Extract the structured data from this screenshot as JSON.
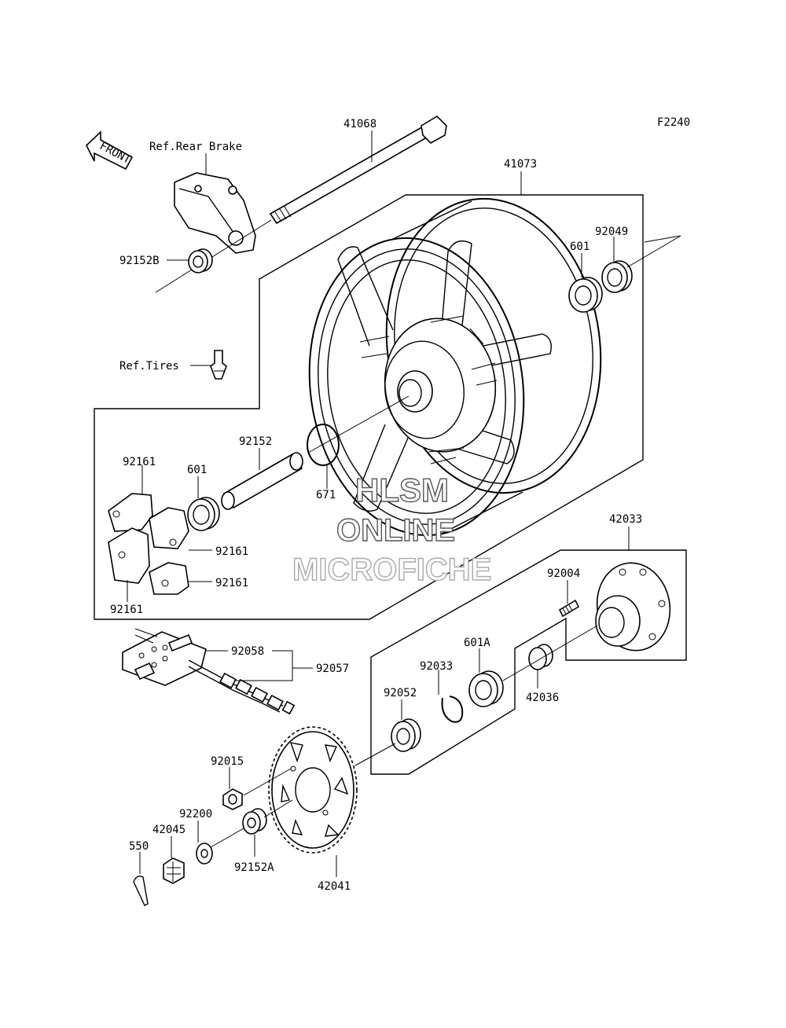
{
  "figure_code": "F2240",
  "front_label": "FRONT",
  "watermark": {
    "line1": "HLSM",
    "line2": "ONLINE",
    "line3": "MICROFICHE"
  },
  "references": {
    "rear_brake": "Ref.Rear Brake",
    "tires": "Ref.Tires"
  },
  "parts": {
    "axle": "41068",
    "wheel": "41073",
    "oil_seal_right": "92049",
    "bearing_right": "601",
    "collar_left_caliper": "92152B",
    "sleeve": "92152",
    "o_ring": "671",
    "bearing_left": "601",
    "damper_top": "92161",
    "damper_mid": "92161",
    "damper_lower": "92161",
    "damper_bottom": "92161",
    "coupling": "42033",
    "stud": "92004",
    "bearing_coupling": "601A",
    "collar_coupling": "42036",
    "circlip": "92033",
    "oil_seal_coupling": "92052",
    "chain_link": "92058",
    "chain": "92057",
    "nut": "92015",
    "washer": "92200",
    "collar_sprocket": "92152A",
    "castle_nut": "42045",
    "cotter_pin": "550",
    "sprocket": "42041"
  }
}
